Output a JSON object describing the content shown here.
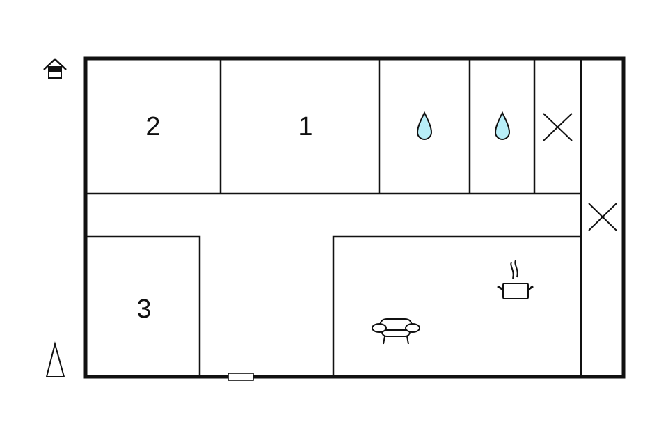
{
  "floorplan": {
    "rooms": [
      {
        "id": "room-2",
        "label": "2",
        "type": "bedroom"
      },
      {
        "id": "room-1",
        "label": "1",
        "type": "bedroom"
      },
      {
        "id": "bathroom-a",
        "label": "",
        "type": "bathroom",
        "icon": "water-drop-icon"
      },
      {
        "id": "bathroom-b",
        "label": "",
        "type": "bathroom",
        "icon": "water-drop-icon"
      },
      {
        "id": "void-a",
        "label": "",
        "type": "unused",
        "icon": "cross-icon"
      },
      {
        "id": "void-b",
        "label": "",
        "type": "unused",
        "icon": "cross-icon"
      },
      {
        "id": "hallway",
        "label": "",
        "type": "hallway"
      },
      {
        "id": "room-3",
        "label": "3",
        "type": "bedroom"
      },
      {
        "id": "living-kitchen",
        "label": "",
        "type": "living-kitchen",
        "icons": [
          "cooking-pot-icon",
          "sofa-icon"
        ]
      }
    ],
    "symbols": {
      "entrance": "house-entrance-icon",
      "north_arrow": "north-arrow-icon",
      "door": "entrance-door"
    },
    "colors": {
      "wall": "#111111",
      "water": "#b8eef8",
      "background": "#ffffff"
    }
  }
}
